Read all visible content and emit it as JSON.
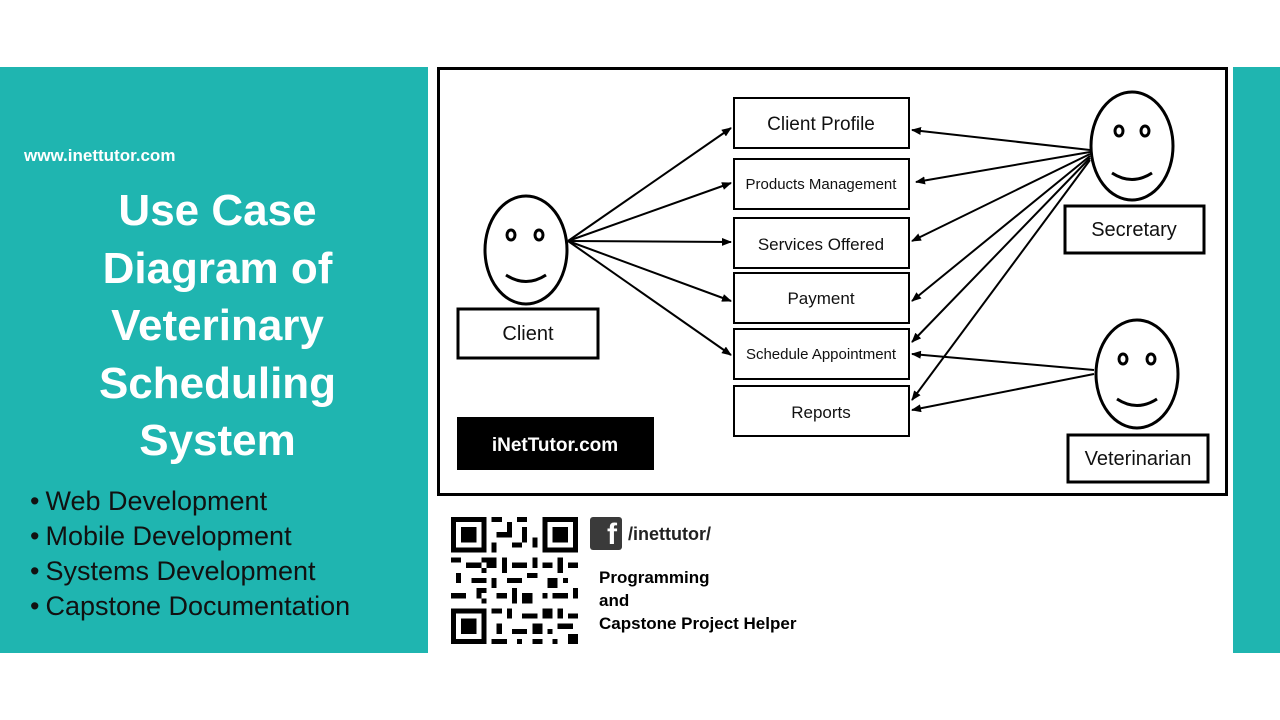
{
  "site_url": "www.inettutor.com",
  "title_lines": [
    "Use Case",
    "Diagram of",
    "Veterinary",
    "Scheduling",
    "System"
  ],
  "services": [
    "Web Development",
    "Mobile Development",
    "Systems Development",
    "Capstone Documentation"
  ],
  "diagram": {
    "actors": {
      "client": "Client",
      "secretary": "Secretary",
      "veterinarian": "Veterinarian"
    },
    "use_cases": [
      "Client Profile",
      "Products Management",
      "Services Offered",
      "Payment",
      "Schedule Appointment",
      "Reports"
    ],
    "watermark": "iNetTutor.com",
    "associations": {
      "Client": [
        "Client Profile",
        "Products Management",
        "Services Offered",
        "Payment",
        "Schedule Appointment"
      ],
      "Secretary": [
        "Client Profile",
        "Products Management",
        "Services Offered",
        "Payment",
        "Schedule Appointment",
        "Reports"
      ],
      "Veterinarian": [
        "Schedule Appointment",
        "Reports"
      ]
    }
  },
  "social": {
    "facebook_icon": "f",
    "facebook_handle": "/inettutor/"
  },
  "helper_lines": [
    "Programming",
    "and",
    "Capstone Project Helper"
  ],
  "colors": {
    "teal": "#1fb5b0",
    "watermark_bg": "#000000"
  }
}
